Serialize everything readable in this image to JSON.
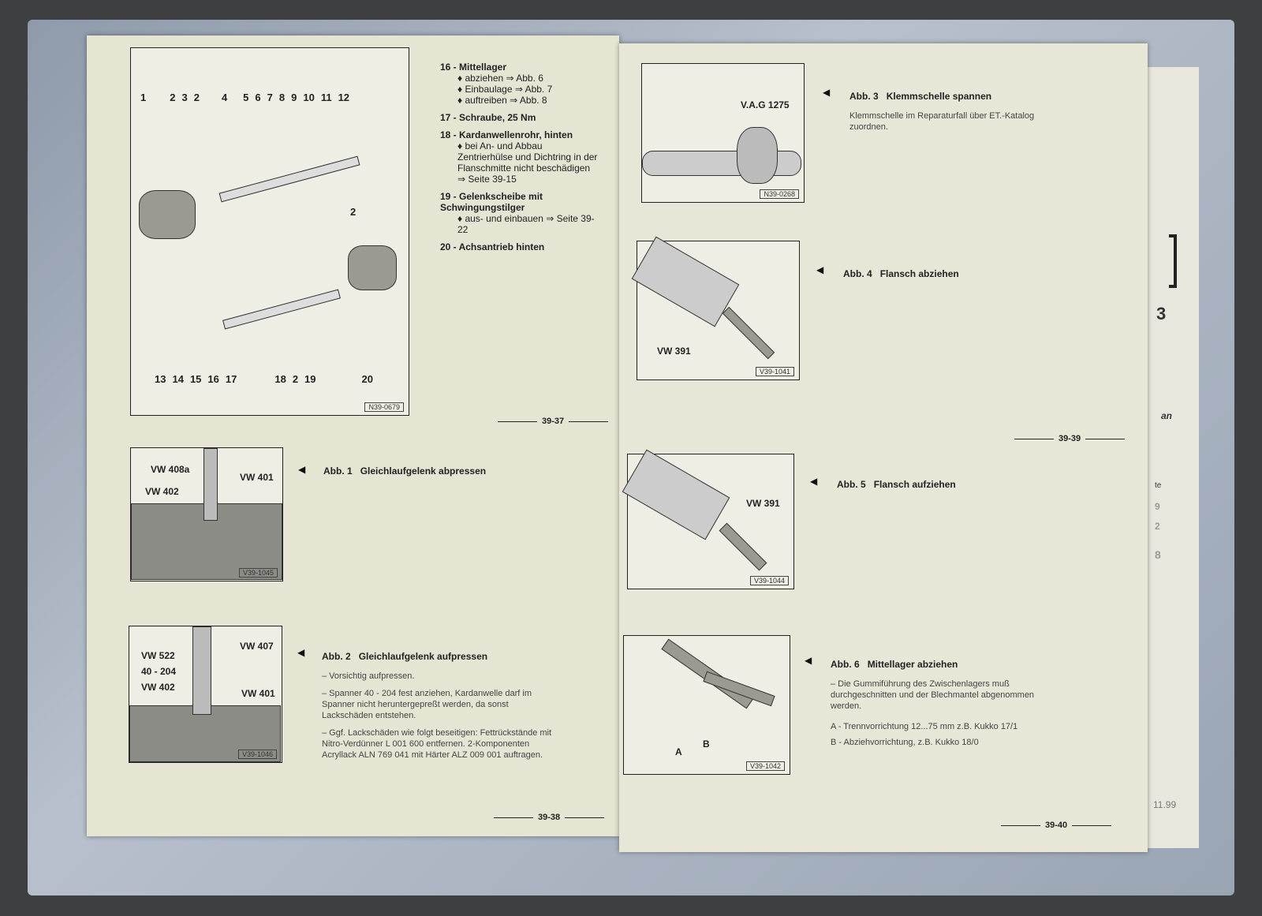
{
  "left_page": {
    "figure_main": {
      "id": "N39-0679",
      "numbers_top": [
        "1",
        "2",
        "3",
        "2",
        "4",
        "5",
        "6",
        "7",
        "8",
        "9",
        "10",
        "11",
        "12"
      ],
      "numbers_bottom": [
        "13",
        "14",
        "15",
        "16",
        "17",
        "18",
        "2",
        "19",
        "20"
      ],
      "number_mid": "2"
    },
    "legend": [
      {
        "title": "16 - Mittellager",
        "items": [
          "♦ abziehen ⇒ Abb. 6",
          "♦ Einbaulage ⇒ Abb. 7",
          "♦ auftreiben ⇒ Abb. 8"
        ]
      },
      {
        "title": "17 - Schraube, 25 Nm",
        "items": []
      },
      {
        "title": "18 - Kardanwellenrohr, hinten",
        "items": [
          "♦ bei An- und Abbau Zentrierhülse und Dichtring in der Flanschmitte nicht beschädigen ⇒ Seite 39-15"
        ]
      },
      {
        "title": "19 - Gelenkscheibe mit Schwingungstilger",
        "items": [
          "♦ aus- und einbauen ⇒ Seite 39-22"
        ]
      },
      {
        "title": "20 - Achsantrieb hinten",
        "items": []
      }
    ],
    "page_number_top": "39-37",
    "fig1": {
      "id": "V39-1045",
      "labels": [
        "VW 408a",
        "VW 402",
        "VW 401"
      ],
      "caption_num": "Abb. 1",
      "caption": "Gleichlaufgelenk abpressen"
    },
    "fig2": {
      "id": "V39-1046",
      "labels": [
        "VW 522",
        "40 - 204",
        "VW 402",
        "VW 407",
        "VW 401"
      ],
      "caption_num": "Abb. 2",
      "caption": "Gleichlaufgelenk aufpressen",
      "text": [
        "– Vorsichtig aufpressen.",
        "– Spanner 40 - 204 fest anziehen, Kardanwelle darf im Spanner nicht heruntergepreßt werden, da sonst Lackschäden entstehen.",
        "– Ggf. Lackschäden wie folgt beseitigen: Fettrückstände mit Nitro-Verdünner L 001 600 entfernen. 2-Komponenten Acryllack ALN 769 041 mit Härter ALZ 009 001 auftragen."
      ]
    },
    "page_number": "39-38"
  },
  "right_page": {
    "fig3": {
      "id": "N39-0268",
      "label": "V.A.G 1275",
      "caption_num": "Abb. 3",
      "caption": "Klemmschelle spannen",
      "text": "Klemmschelle im Reparaturfall über ET.-Katalog zuordnen."
    },
    "fig4": {
      "id": "V39-1041",
      "label": "VW 391",
      "caption_num": "Abb. 4",
      "caption": "Flansch abziehen"
    },
    "page_number_top": "39-39",
    "fig5": {
      "id": "V39-1044",
      "label": "VW 391",
      "caption_num": "Abb. 5",
      "caption": "Flansch aufziehen"
    },
    "fig6": {
      "id": "V39-1042",
      "labels": [
        "A",
        "B"
      ],
      "caption_num": "Abb. 6",
      "caption": "Mittellager abziehen",
      "text": [
        "– Die Gummiführung des Zwischenlagers muß durchgeschnitten und der Blechmantel abgenommen werden.",
        "A - Trennvorrichtung 12...75 mm z.B. Kukko 17/1",
        "B - Abziehvorrichtung, z.B. Kukko 18/0"
      ]
    },
    "page_number": "39-40"
  },
  "back_sheet": {
    "chars": [
      "3",
      "an",
      "te",
      "9",
      "2",
      "8",
      "11.99"
    ]
  }
}
